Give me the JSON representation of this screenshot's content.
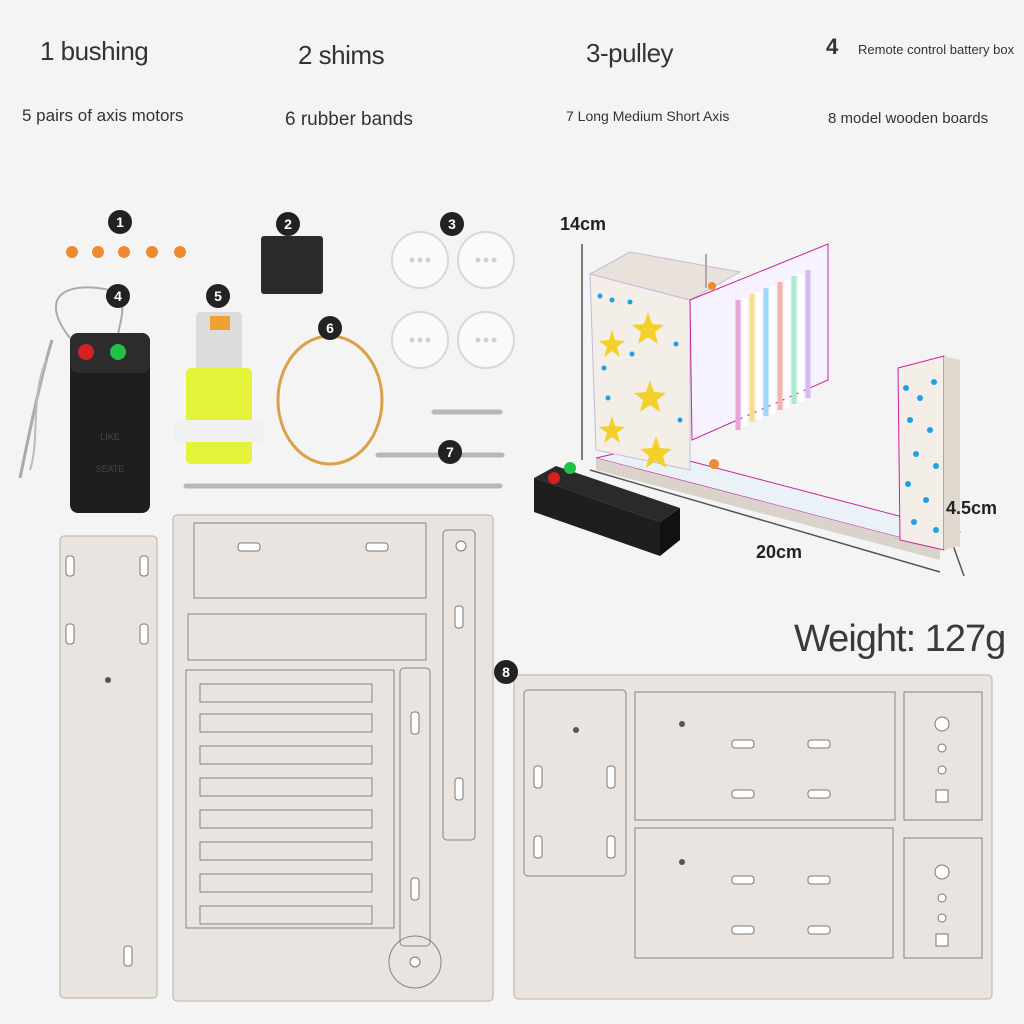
{
  "labels": {
    "bushing": "1 bushing",
    "shims": "2 shims",
    "pulley": "3-pulley",
    "battery_num": "4",
    "battery": "Remote control battery box",
    "motors": "5 pairs of axis motors",
    "bands": "6 rubber bands",
    "axis": "7 Long Medium Short Axis",
    "boards": "8 model wooden boards"
  },
  "badges": {
    "b1": "1",
    "b2": "2",
    "b3": "3",
    "b4": "4",
    "b5": "5",
    "b6": "6",
    "b7": "7",
    "b8": "8"
  },
  "dimensions": {
    "height": "14cm",
    "width": "20cm",
    "depth": "4.5cm"
  },
  "weight": "Weight: 127g",
  "colors": {
    "wood": "#e9e4df",
    "wood_edge": "#b9b2aa",
    "motor_yellow": "#e4f23a",
    "box_black": "#1e1e1e",
    "button_red": "#d42020",
    "button_green": "#22c044",
    "star_yellow": "#f3d02a",
    "dot_blue": "#1fa0e0",
    "bushing_orange": "#f08a2e"
  },
  "icons": {
    "bushing": "bushing-icon",
    "shim": "shim-icon",
    "pulley": "pulley-icon",
    "battery_box": "battery-box-icon",
    "motor": "motor-icon",
    "rubber_band": "rubber-band-icon",
    "axis": "axis-icon",
    "board": "wooden-board-icon",
    "model": "assembled-model-icon"
  }
}
